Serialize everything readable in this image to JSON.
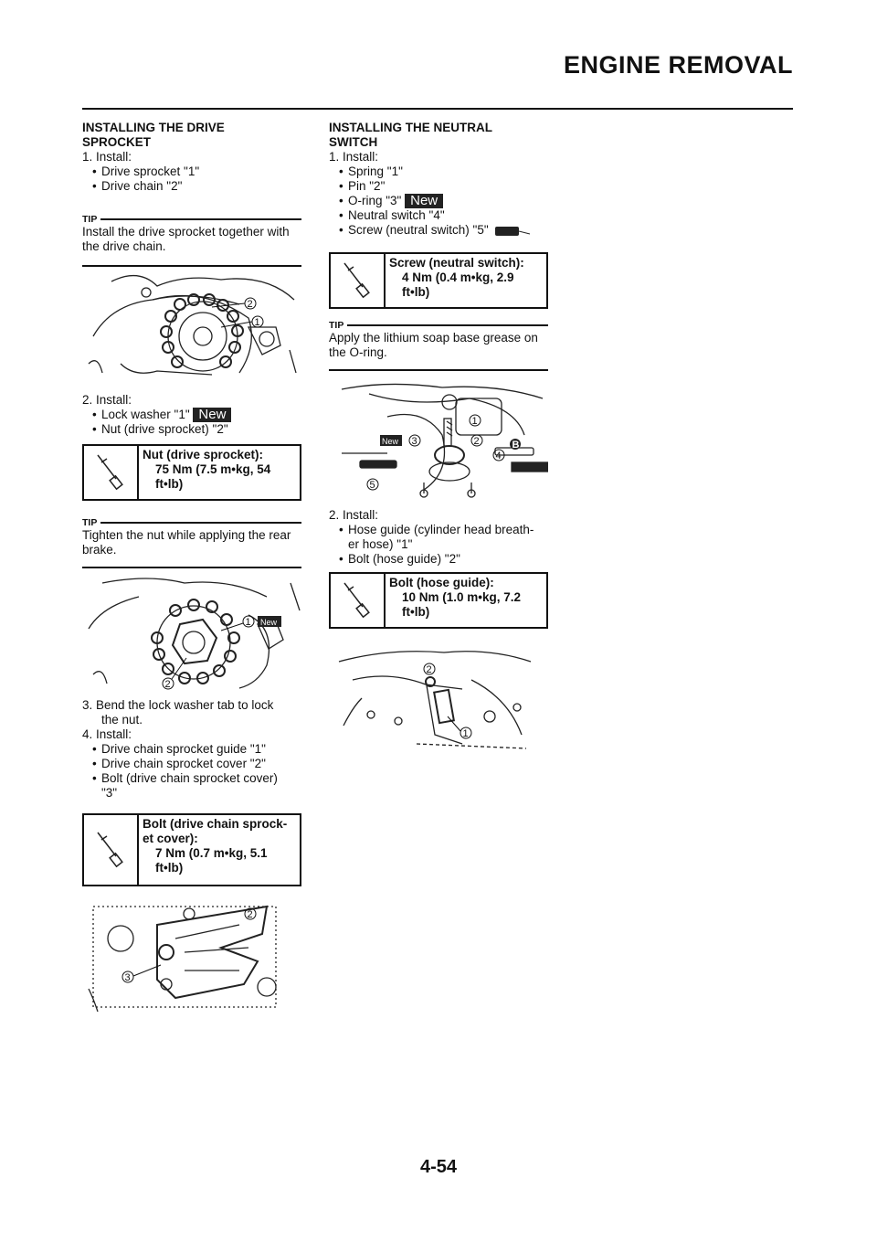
{
  "header": {
    "title": "ENGINE REMOVAL"
  },
  "page_number": "4-54",
  "left": {
    "heading1": "INSTALLING THE DRIVE",
    "heading2": "SPROCKET",
    "step1": "1.  Install:",
    "step1_items": [
      "Drive sprocket \"1\"",
      "Drive chain \"2\""
    ],
    "tip1_label": "TIP",
    "tip1_text": "Install the drive sprocket together with the drive chain.",
    "step2": "2.  Install:",
    "step2_item1": "Lock washer \"1\"",
    "step2_item2": "Nut (drive sprocket) \"2\"",
    "new_label": "New",
    "spec1_line1": "Nut (drive sprocket):",
    "spec1_line2": "75 Nm (7.5 m•kg, 54",
    "spec1_line3": "ft•lb)",
    "tip2_label": "TIP",
    "tip2_text": "Tighten the nut while applying the rear brake.",
    "step3a": "3.  Bend the lock washer tab to lock",
    "step3b": "the nut.",
    "step4": "4.  Install:",
    "step4_items": [
      "Drive chain sprocket guide \"1\"",
      "Drive chain sprocket cover \"2\"",
      "Bolt (drive chain sprocket cover)"
    ],
    "step4_cont": "\"3\"",
    "spec2_line1": "Bolt (drive chain sprock-",
    "spec2_line2": "et cover):",
    "spec2_line3": "7 Nm (0.7 m•kg, 5.1",
    "spec2_line4": "ft•lb)",
    "fig_callouts": [
      "1",
      "2",
      "3"
    ]
  },
  "right": {
    "heading1": "INSTALLING THE NEUTRAL",
    "heading2": "SWITCH",
    "step1": "1.  Install:",
    "items": [
      "Spring \"1\"",
      "Pin \"2\"",
      "O-ring \"3\"",
      "Neutral switch \"4\"",
      "Screw (neutral switch) \"5\""
    ],
    "new_label": "New",
    "spec1_line1": "Screw (neutral switch):",
    "spec1_line2": "4 Nm (0.4 m•kg, 2.9",
    "spec1_line3": "ft•lb)",
    "tip_label": "TIP",
    "tip_text": "Apply the lithium soap base grease on the O-ring.",
    "fig_labels": [
      "1",
      "2",
      "3",
      "4",
      "5",
      "B",
      "New"
    ],
    "step2": "2.  Install:",
    "step2_item1a": "Hose guide (cylinder head breath-",
    "step2_item1b": "er hose) \"1\"",
    "step2_item2": "Bolt (hose guide) \"2\"",
    "spec2_line1": "Bolt (hose guide):",
    "spec2_line2": "10 Nm (1.0 m•kg, 7.2",
    "spec2_line3": "ft•lb)"
  }
}
